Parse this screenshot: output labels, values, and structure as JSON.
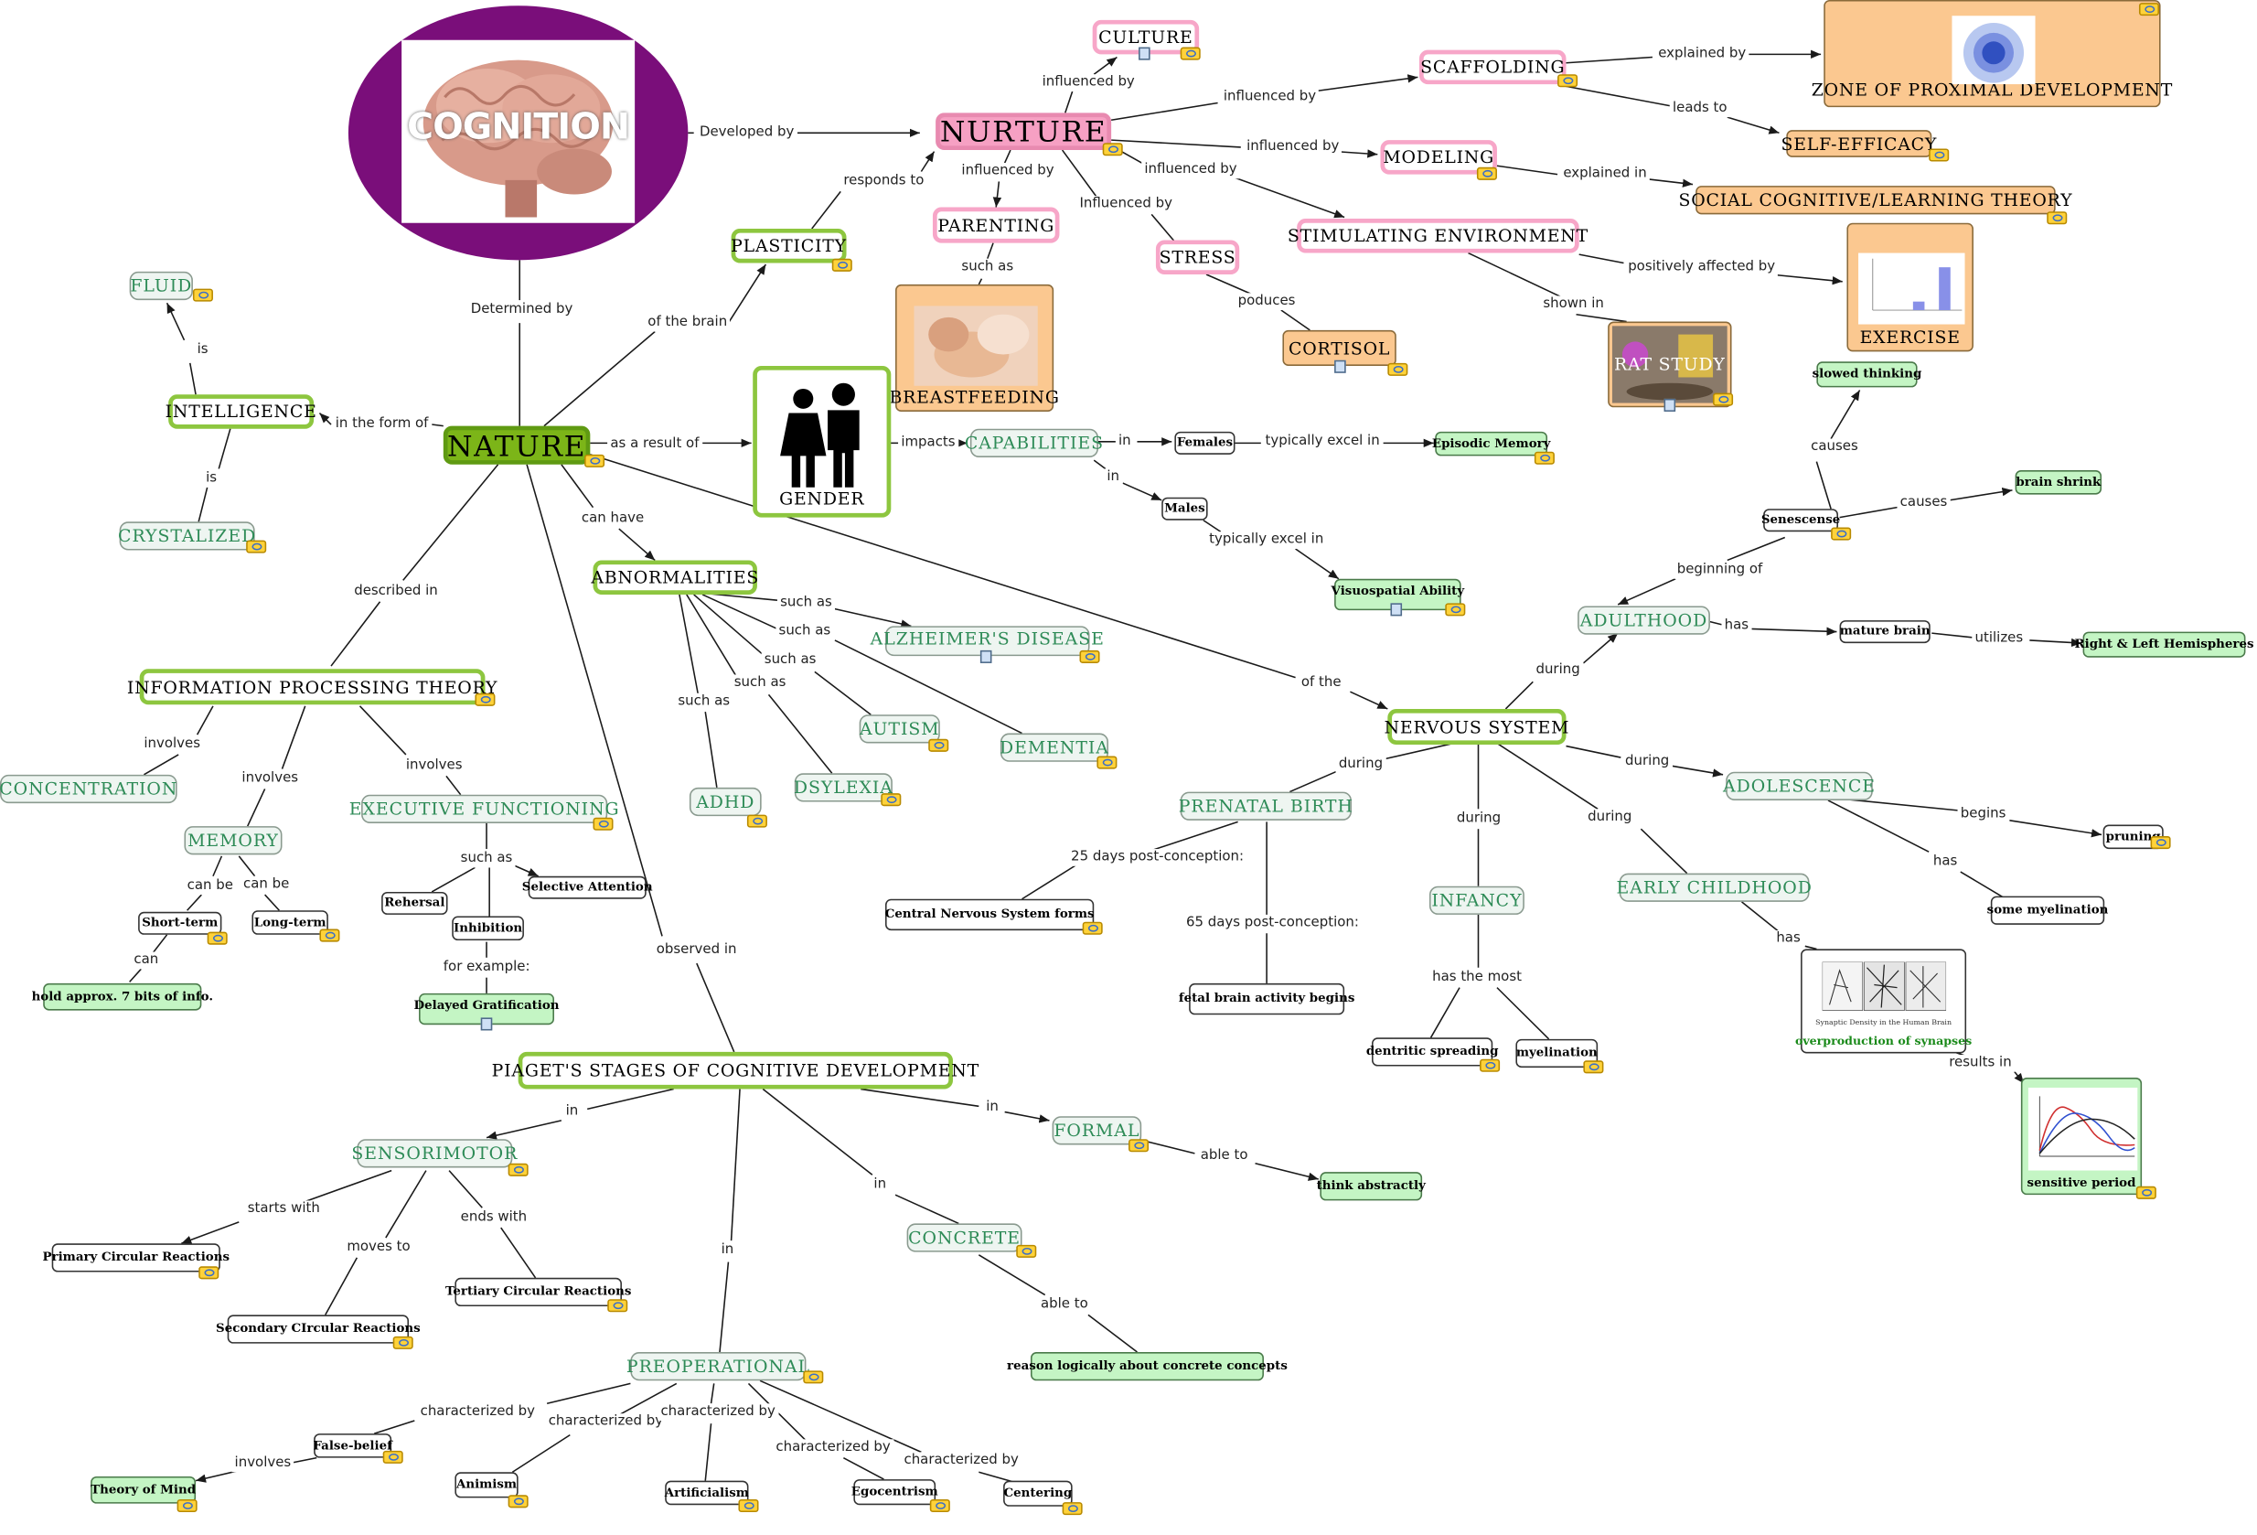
{
  "concepts": {
    "cognition": "COGNITION",
    "nurture": "NURTURE",
    "nature": "NATURE",
    "culture": "CULTURE",
    "scaffolding": "SCAFFOLDING",
    "zpd": "ZONE OF PROXIMAL DEVELOPMENT",
    "self_efficacy": "SELF-EFFICACY",
    "modeling": "MODELING",
    "social_cognitive": "SOCIAL COGNITIVE/LEARNING THEORY",
    "stimulating_env": "STIMULATING ENVIRONMENT",
    "exercise": "EXERCISE",
    "plasticity": "PLASTICITY",
    "parenting": "PARENTING",
    "stress": "STRESS",
    "breastfeeding": "BREASTFEEDING",
    "cortisol": "CORTISOL",
    "rat_study": "RAT STUDY",
    "fluid": "FLUID",
    "intelligence": "INTELLIGENCE",
    "crystalized": "CRYSTALIZED",
    "gender": "GENDER",
    "capabilities": "CAPABILITIES",
    "females": "Females",
    "episodic_memory": "Episodic Memory",
    "males": "Males",
    "visuospatial": "Visuospatial Ability",
    "slowed_thinking": "slowed thinking",
    "brain_shrink": "brain shrink",
    "senescense": "Senescense",
    "adulthood": "ADULTHOOD",
    "mature_brain": "mature brain",
    "hemispheres": "Right & Left Hemispheres",
    "abnormalities": "ABNORMALITIES",
    "alzheimers": "ALZHEIMER'S DISEASE",
    "autism": "AUTISM",
    "dementia": "DEMENTIA",
    "dsylexia": "DSYLEXIA",
    "adhd": "ADHD",
    "info_processing": "INFORMATION PROCESSING THEORY",
    "concentration": "CONCENTRATION",
    "memory": "MEMORY",
    "exec_functioning": "EXECUTIVE FUNCTIONING",
    "short_term": "Short-term",
    "long_term": "Long-term",
    "seven_bits": "hold approx. 7 bits of info.",
    "rehersal": "Rehersal",
    "selective_attention": "Selective Attention",
    "inhibition": "Inhibition",
    "delayed_gratification": "Delayed Gratification",
    "nervous_system": "NERVOUS SYSTEM",
    "prenatal": "PRENATAL BIRTH",
    "adolescence": "ADOLESCENCE",
    "pruning": "pruning",
    "some_myelination": "some myelination",
    "cns_forms": "Central Nervous System forms",
    "fetal_activity": "fetal brain activity begins",
    "infancy": "INFANCY",
    "early_childhood": "EARLY CHILDHOOD",
    "dendritic": "dentritic spreading",
    "myelination": "myelination",
    "synapses_caption": "overproduction of synapses",
    "synapses_small": "Synaptic Density in the Human Brain",
    "sensitive_period": "sensitive period",
    "piaget": "PIAGET'S STAGES OF COGNITIVE DEVELOPMENT",
    "sensorimotor": "SENSORIMOTOR",
    "formal": "FORMAL",
    "think_abstractly": "think abstractly",
    "primary_circular": "Primary Circular Reactions",
    "secondary_circular": "Secondary CIrcular Reactions",
    "tertiary_circular": "Tertiary Circular Reactions",
    "concrete": "CONCRETE",
    "reason_logically": "reason logically about concrete concepts",
    "preoperational": "PREOPERATIONAL",
    "false_belief": "False-belief",
    "theory_of_mind": "Theory of Mind",
    "animism": "Animism",
    "artificialism": "Artificialism",
    "egocentrism": "Egocentrism",
    "centering": "Centering"
  },
  "links": {
    "developed_by": "Developed by",
    "determined_by": "Determined by",
    "influenced_by_culture": "influenced by",
    "influenced_by_scaff": "influenced by",
    "explained_by": "explained by",
    "leads_to": "leads to",
    "influenced_by_model": "influenced by",
    "explained_in": "explained in",
    "influenced_by_stim": "influenced by",
    "positively_affected_by": "positively affected by",
    "responds_to": "responds to",
    "influenced_by_parent": "influenced by",
    "influenced_by_stress": "Influenced by",
    "shown_in": "shown in",
    "such_as_bf": "such as",
    "poduces": "poduces",
    "of_the_brain": "of the brain",
    "is_fluid": "is",
    "is_cryst": "is",
    "in_the_form_of": "in the form of",
    "as_a_result_of": "as a result of",
    "impacts": "impacts",
    "in_females": "in",
    "typically_excel_f": "typically excel in",
    "in_males": "in",
    "typically_excel_m": "typically excel in",
    "causes_slowed": "causes",
    "causes_shrink": "causes",
    "beginning_of": "beginning of",
    "has_mature": "has",
    "utilizes": "utilizes",
    "during_adult": "during",
    "can_have": "can have",
    "such_as_1": "such as",
    "such_as_2": "such as",
    "such_as_3": "such as",
    "such_as_4": "such as",
    "such_as_5": "such as",
    "of_the": "of the",
    "described_in": "described in",
    "involves_1": "involves",
    "involves_2": "involves",
    "involves_3": "involves",
    "can_be_1": "can be",
    "can_be_2": "can be",
    "can": "can",
    "such_as_ef": "such as",
    "for_example": "for example:",
    "observed_in": "observed in",
    "during_prenatal": "during",
    "during_adol": "during",
    "begins": "begins",
    "has_myel": "has",
    "days25": "25 days post-conception:",
    "days65": "65 days post-conception:",
    "during_infancy": "during",
    "during_early": "during",
    "has_the_most": "has the most",
    "has_synapses": "has",
    "results_in": "results in",
    "in_sensori": "in",
    "in_formal": "in",
    "able_to_abs": "able to",
    "starts_with": "starts with",
    "moves_to": "moves to",
    "ends_with": "ends with",
    "in_concrete": "in",
    "able_to_conc": "able to",
    "in_preop": "in",
    "char_by_1": "characterized by",
    "char_by_2": "characterized by",
    "char_by_3": "characterized by",
    "char_by_4": "characterized by",
    "char_by_5": "characterized by",
    "involves_tom": "involves"
  },
  "colors": {
    "green_border": "#8dc63f",
    "pink_border": "#f7a6c8",
    "teal_text": "#2e8b57",
    "orange_fill": "#fbc890",
    "light_green_fill": "#c4f5c4",
    "nature_fill": "#7cb518",
    "nurture_fill": "#f6a0c3",
    "cognition_ellipse": "#7a0e7a"
  },
  "icons": [
    "resource-badge-icon",
    "document-icon",
    "brain-photo",
    "gender-figures-icon",
    "breastfeeding-photo",
    "rat-study-photo",
    "exercise-chart-thumbnail",
    "zpd-diagram-thumbnail",
    "synapse-density-thumbnail",
    "sensitive-period-chart-thumbnail"
  ]
}
